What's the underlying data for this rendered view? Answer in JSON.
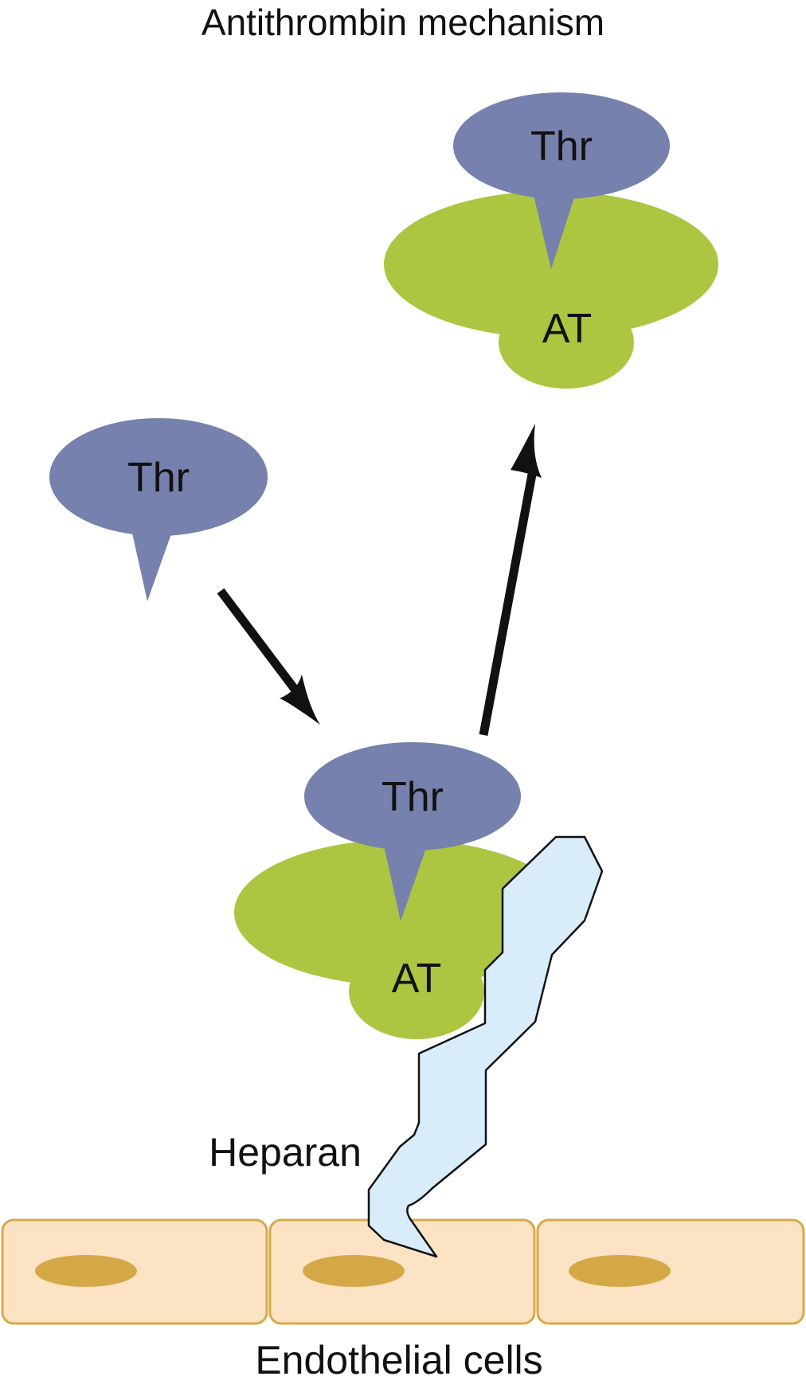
{
  "title": "Antithrombin mechanism",
  "molecules": {
    "thrombin_free": "Thr",
    "thrombin_bound": "Thr",
    "antithrombin_bound": "AT",
    "thrombin_complex": "Thr",
    "antithrombin_complex": "AT"
  },
  "labels": {
    "heparan": "Heparan",
    "endothelial": "Endothelial cells"
  },
  "colors": {
    "thrombin": "#7681ad",
    "antithrombin": "#acc641",
    "heparan_fill": "#d8ecfa",
    "cell_fill": "#fce3c3",
    "cell_border": "#d9a94a",
    "nucleus": "#d5a847",
    "arrow": "#111111"
  }
}
